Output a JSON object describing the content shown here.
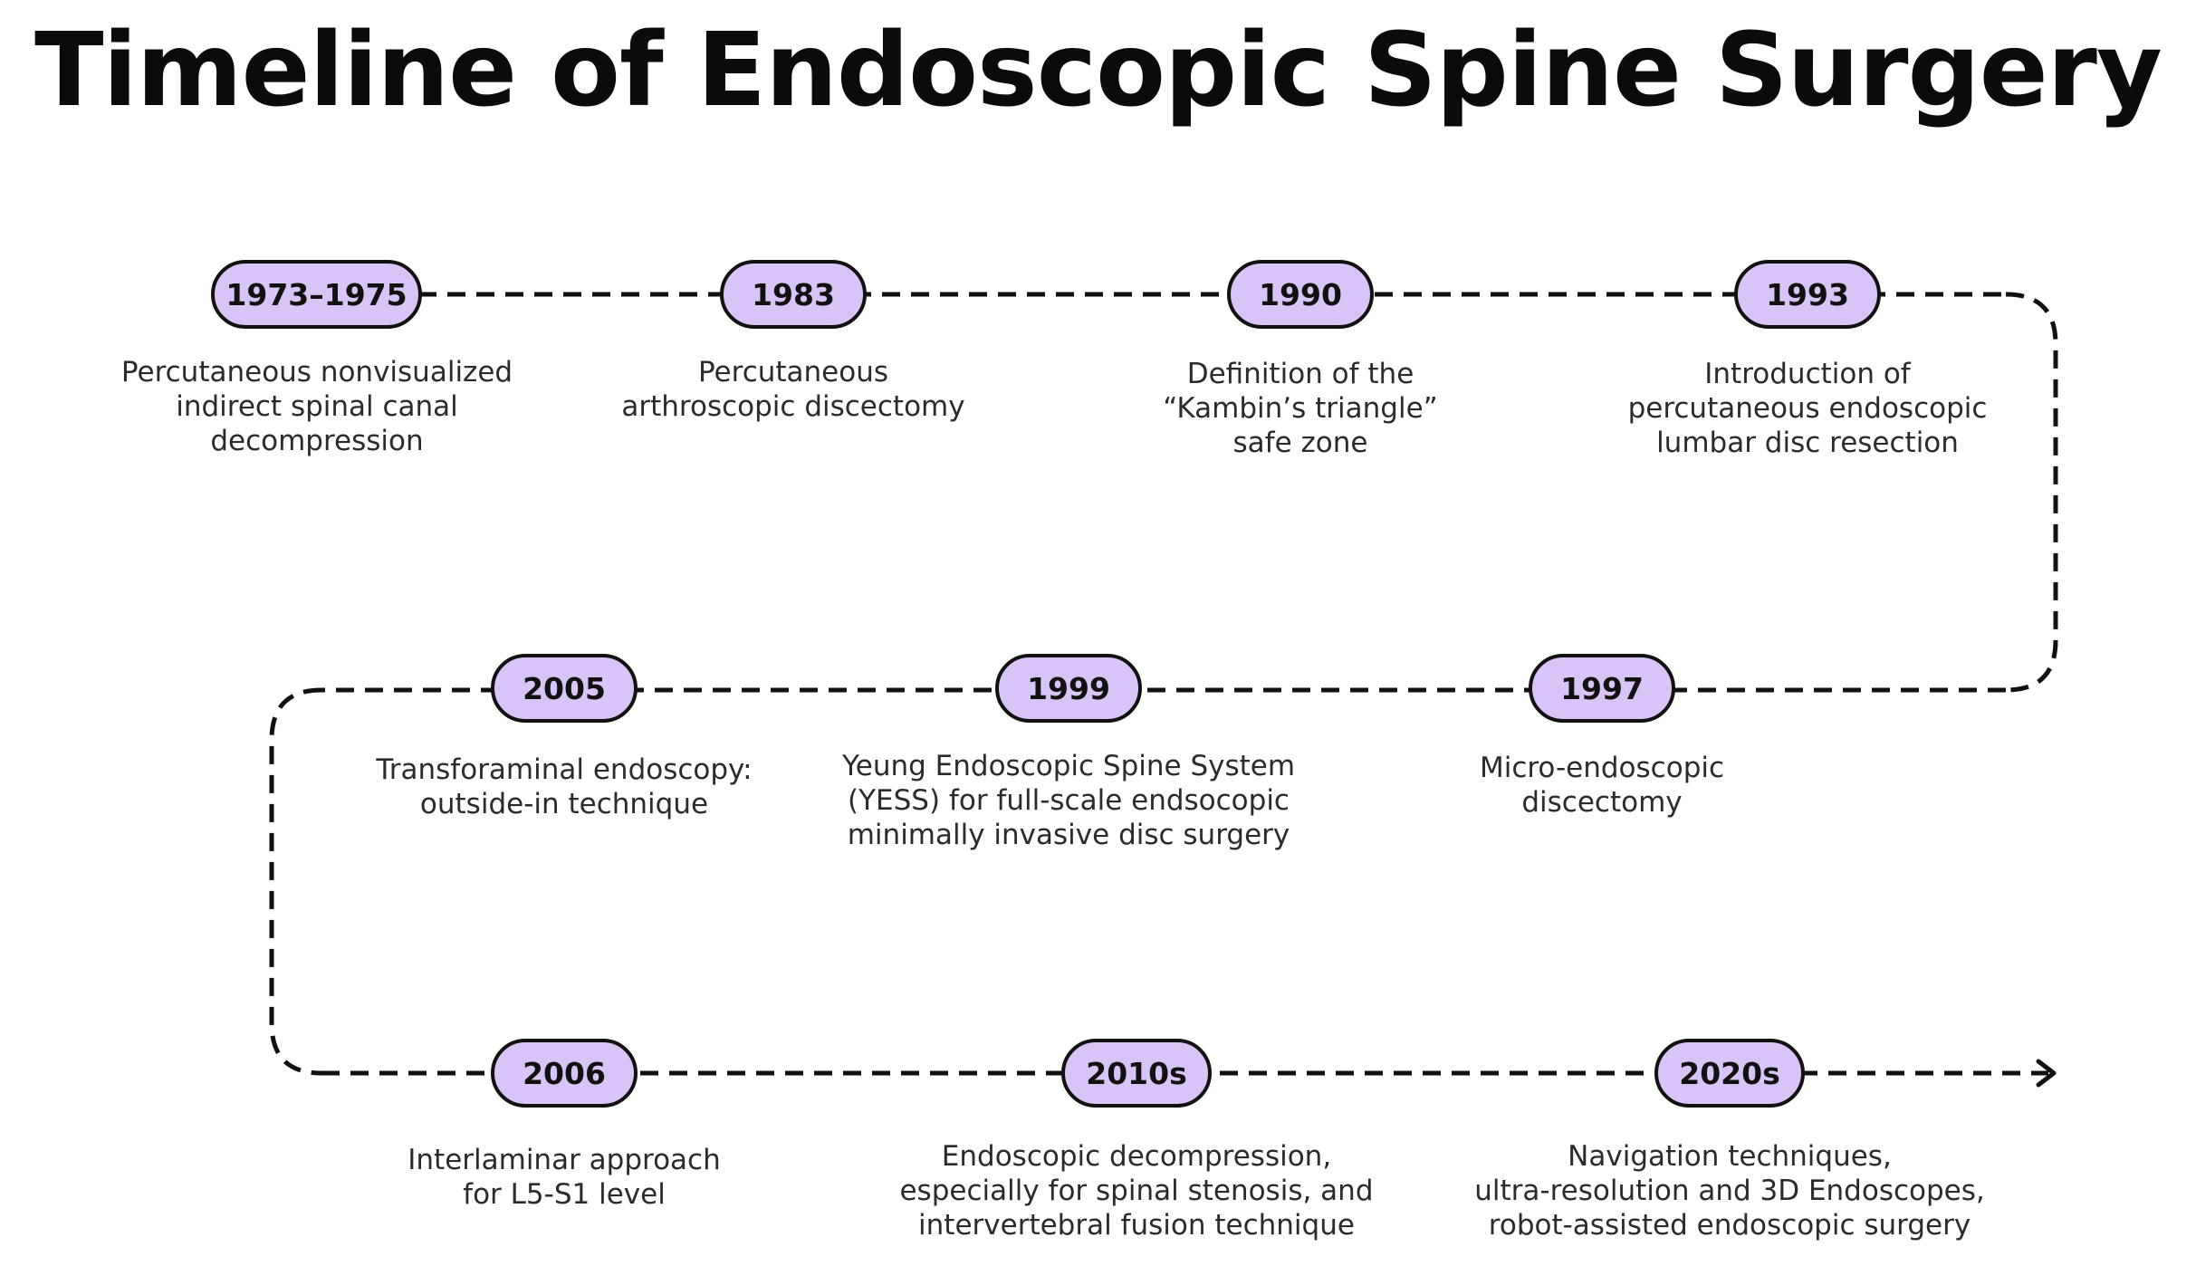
{
  "title": "Timeline of Endoscopic Spine Surgery",
  "colors": {
    "pill_fill": "#d9c4f7",
    "line": "#111111"
  },
  "events": [
    {
      "year": "1973–1975",
      "lines": [
        "Percutaneous nonvisualized",
        "indirect spinal canal",
        "decompression"
      ]
    },
    {
      "year": "1983",
      "lines": [
        "Percutaneous",
        "arthroscopic discectomy"
      ]
    },
    {
      "year": "1990",
      "lines": [
        "Definition of the",
        "“Kambin’s triangle”",
        "safe zone"
      ]
    },
    {
      "year": "1993",
      "lines": [
        "Introduction of",
        "percutaneous endoscopic",
        "lumbar disc resection"
      ]
    },
    {
      "year": "1997",
      "lines": [
        "Micro-endoscopic",
        "discectomy"
      ]
    },
    {
      "year": "1999",
      "lines": [
        "Yeung Endoscopic Spine System",
        "(YESS) for full-scale endsocopic",
        "minimally invasive disc surgery"
      ]
    },
    {
      "year": "2005",
      "lines": [
        "Transforaminal endoscopy:",
        "outside-in technique"
      ]
    },
    {
      "year": "2006",
      "lines": [
        "Interlaminar approach",
        "for L5-S1 level"
      ]
    },
    {
      "year": "2010s",
      "lines": [
        "Endoscopic decompression,",
        "especially for spinal stenosis, and",
        "intervertebral fusion technique"
      ]
    },
    {
      "year": "2020s",
      "lines": [
        "Navigation techniques,",
        "ultra-resolution and 3D Endoscopes,",
        "robot-assisted endoscopic surgery"
      ]
    }
  ]
}
